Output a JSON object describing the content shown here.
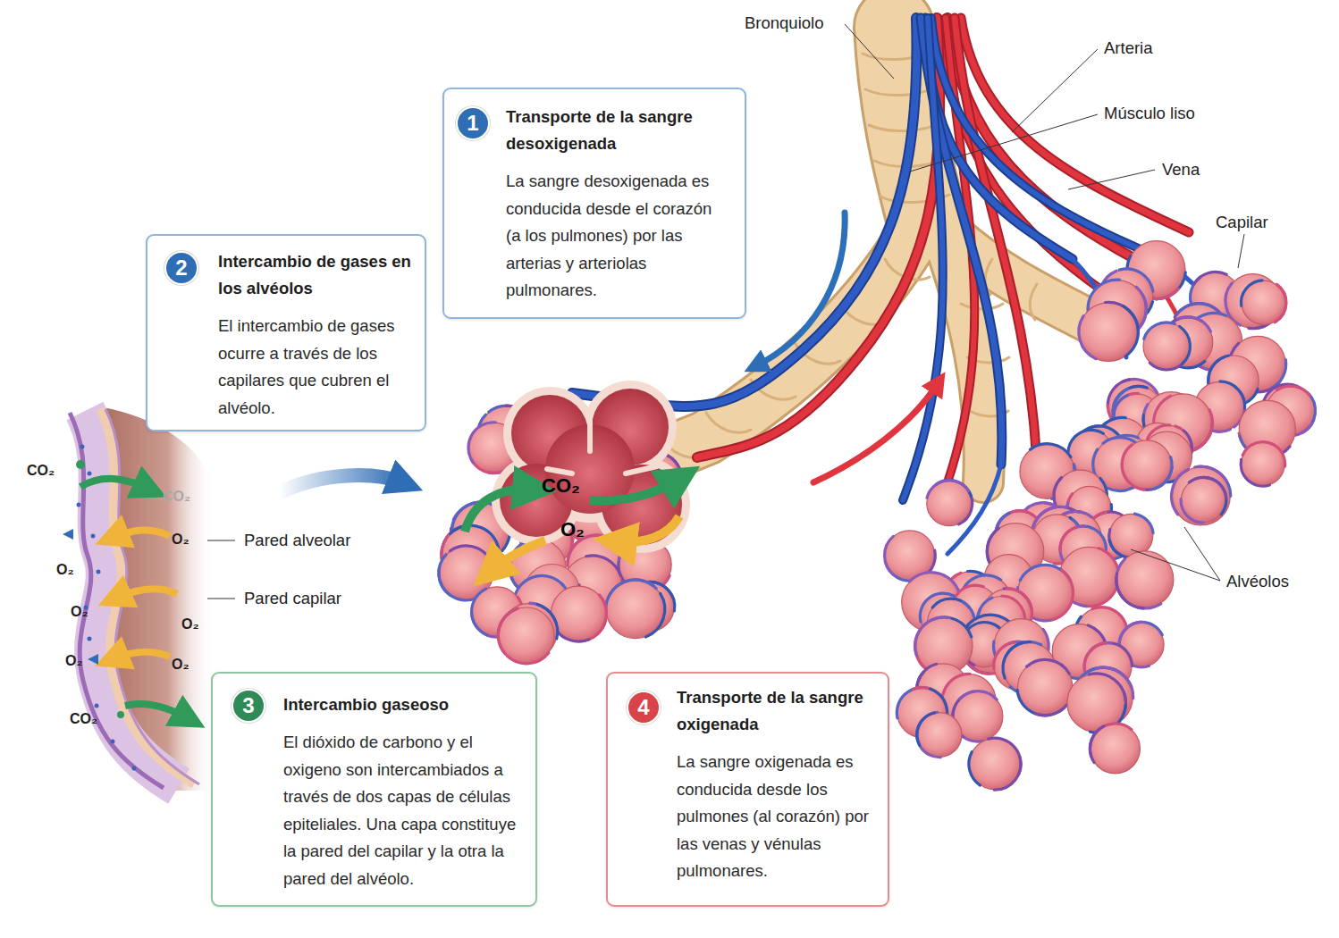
{
  "diagram": {
    "nodes": [
      {
        "text": [
          "Transporte de la sangre desoxigenada",
          "La sangre desoxigenada es conducida desde el corazón (a los pulmones) por las arterias y arteriolas pulmonares."
        ]
      },
      {
        "text": [
          "1"
        ],
        "in": 0
      },
      {
        "text": [
          "Intercambio de gases en los alvéolos",
          "El intercambio de gases ocurre a través de los capilares que cubren el alvéolo."
        ]
      },
      {
        "text": [
          "2"
        ],
        "in": 2
      },
      {
        "text": [
          "Intercambio gaseoso",
          "El dióxido de carbono y el oxigeno son intercambiados a través de dos capas de células epiteliales. Una capa constituye la pared del capilar y la otra la pared del alvéolo."
        ]
      },
      {
        "text": [
          "3"
        ],
        "in": 4
      },
      {
        "text": [
          "Transporte de la sangre oxigenada",
          "La sangre oxigenada es conducida desde los pulmones (al corazón) por las venas y vénulas pulmonares."
        ]
      },
      {
        "text": [
          "4"
        ],
        "in": 6
      }
    ],
    "labels": [
      "Bronquiolo",
      "Arteria",
      "Músculo liso",
      "Vena",
      "Capilar",
      "Alvéolos",
      "Pared alveolar",
      "Pared capilar",
      "CO₂",
      "CO₂",
      "O₂",
      "O₂",
      "O₂",
      "O₂",
      "O₂",
      "O₂",
      "CO₂",
      "CO₂",
      "O₂"
    ]
  }
}
